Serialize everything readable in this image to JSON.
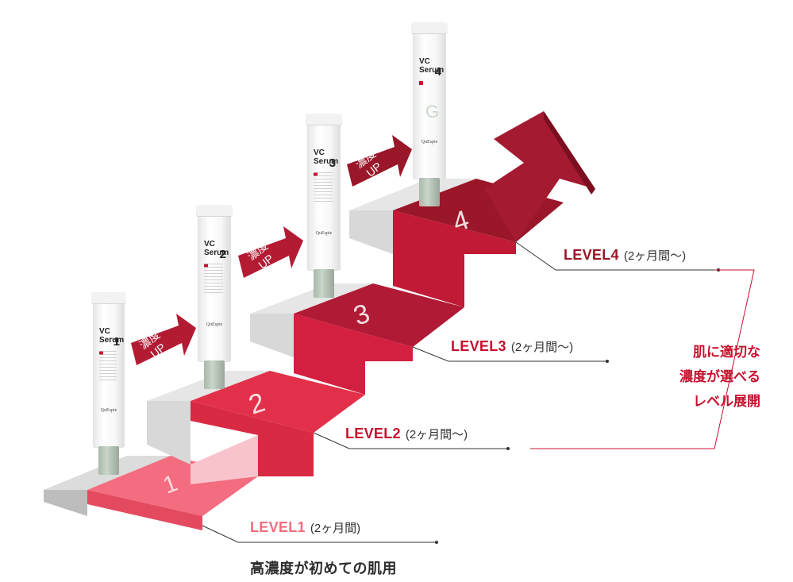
{
  "levels": [
    {
      "label": "LEVEL1",
      "duration": "(2ヶ月間)",
      "color": "#f36c7f"
    },
    {
      "label": "LEVEL2",
      "duration": "(2ヶ月間〜)",
      "color": "#c8102e"
    },
    {
      "label": "LEVEL3",
      "duration": "(2ヶ月間〜)",
      "color": "#c8102e"
    },
    {
      "label": "LEVEL4",
      "duration": "(2ヶ月間〜)",
      "color": "#9a1629"
    }
  ],
  "subtitle": "高濃度が初めての肌用",
  "tagline": [
    "肌に適切な",
    "濃度が選べる",
    "レベル展開"
  ],
  "up_badge": {
    "line1": "濃度",
    "line2": "UP"
  },
  "products": [
    {
      "vc": "VC",
      "name": "Serum",
      "number": "1",
      "brand": "QuEspie"
    },
    {
      "vc": "VC",
      "name": "Serum",
      "number": "2",
      "brand": "QuEspie"
    },
    {
      "vc": "VC",
      "name": "Serum",
      "number": "3",
      "brand": "QuEspie"
    },
    {
      "vc": "VC",
      "name": "Serum",
      "number": "4",
      "brand": "QuEspie"
    }
  ],
  "step_numerals": [
    "1",
    "2",
    "3",
    "4"
  ],
  "colors": {
    "accent": "#c8102e",
    "step1": "#f36c7f",
    "step2": "#e2304a",
    "step3": "#c8102e",
    "step4": "#9a1629",
    "gray": "#e6e6e6"
  }
}
